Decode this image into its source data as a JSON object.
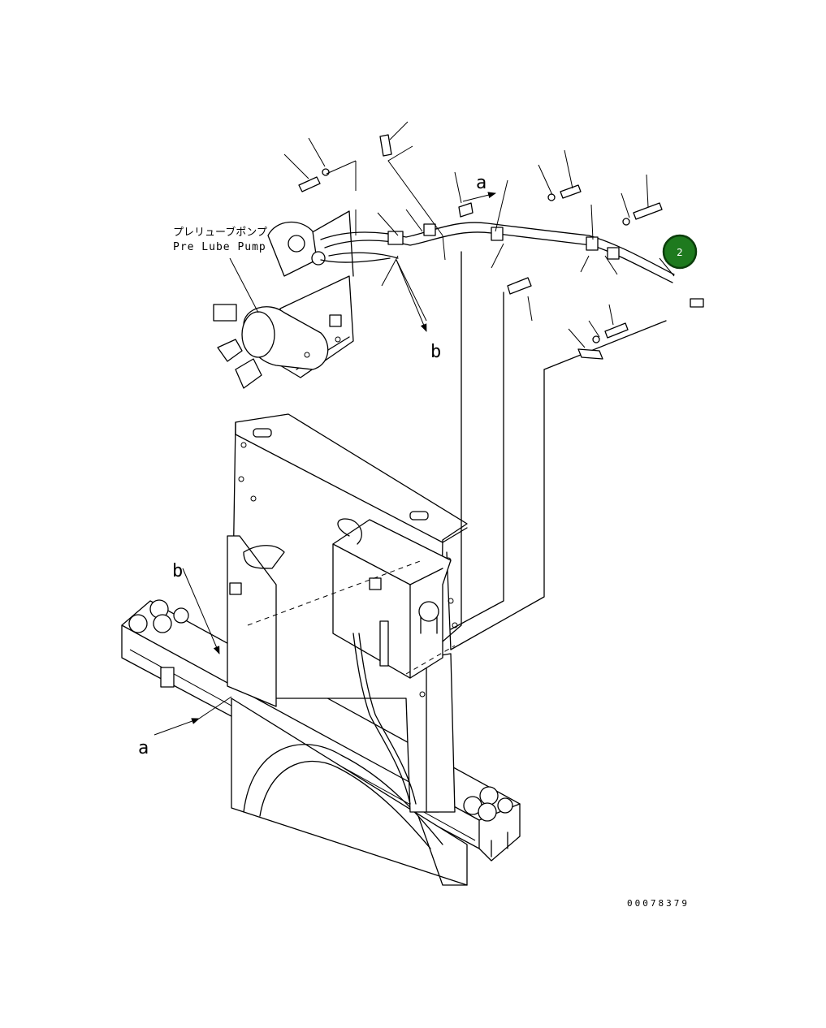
{
  "labels": {
    "pump_jp": "プレリューブポンプ",
    "pump_en": "Pre Lube Pump",
    "ref_a_top": "a",
    "ref_b_top": "b",
    "ref_a_bottom": "a",
    "ref_b_bottom": "b"
  },
  "callout": {
    "number": "2",
    "color": "#1e7a1e"
  },
  "drawing_number": "00078379"
}
